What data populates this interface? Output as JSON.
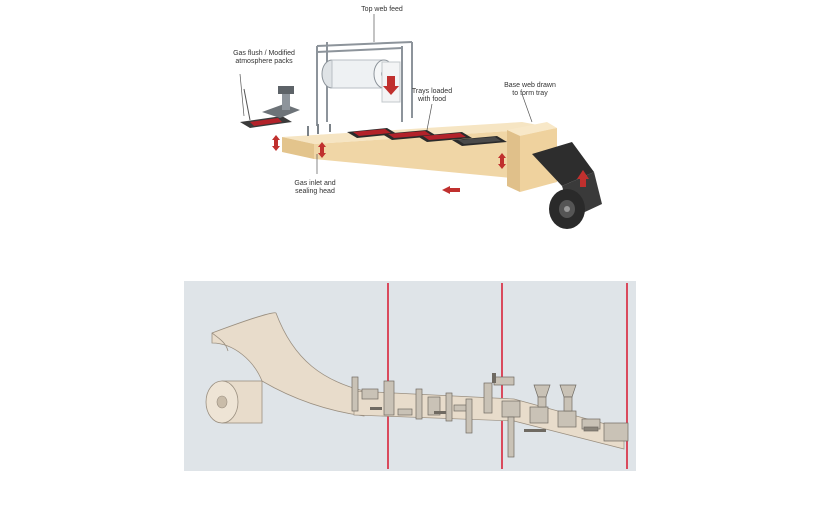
{
  "top_diagram": {
    "labels": {
      "top_web_feed": "Top web feed",
      "gas_flush_packs": [
        "Gas flush / Modified",
        "atmosphere packs"
      ],
      "trays_loaded": [
        "Trays loaded",
        "with food"
      ],
      "base_web_drawn": [
        "Base web drawn",
        "to form tray"
      ],
      "gas_inlet_sealing": [
        "Gas inlet and",
        "sealing head"
      ]
    },
    "colors": {
      "base_web": "#f3dcb0",
      "food_red": "#b3222a",
      "tray_dark": "#2b2b2b",
      "frame_grey": "#9aa0a6",
      "arrow_red": "#c0302e"
    }
  },
  "bottom_diagram": {
    "background": "#dfe4e8",
    "divider_color": "#d8233a",
    "web_color": "#e8dccb"
  }
}
